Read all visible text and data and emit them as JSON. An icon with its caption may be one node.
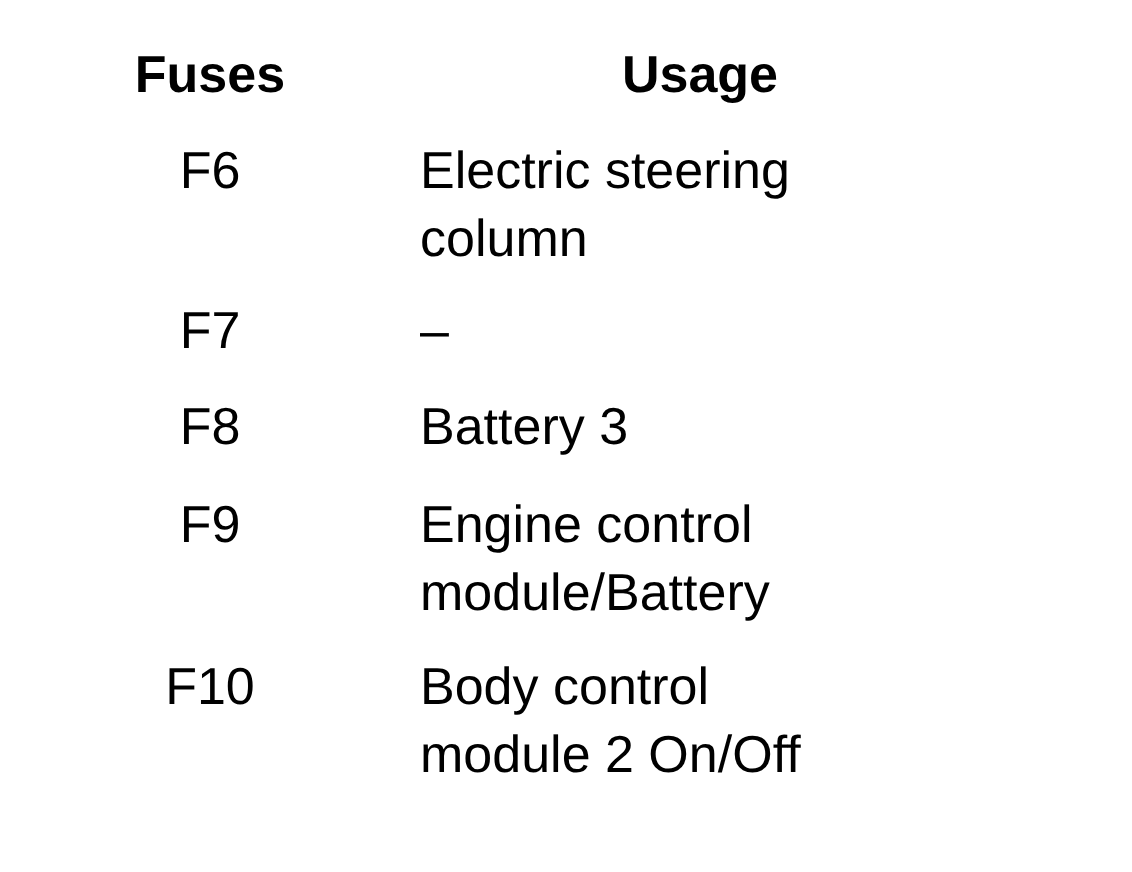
{
  "diagram": {
    "labels": [
      "Fuses",
      "Usage",
      "F6",
      "Electric steering column",
      "F7",
      "–",
      "F8",
      "Battery 3",
      "F9",
      "Engine control module/Battery",
      "F10",
      "Body control module 2 On/Off"
    ]
  }
}
